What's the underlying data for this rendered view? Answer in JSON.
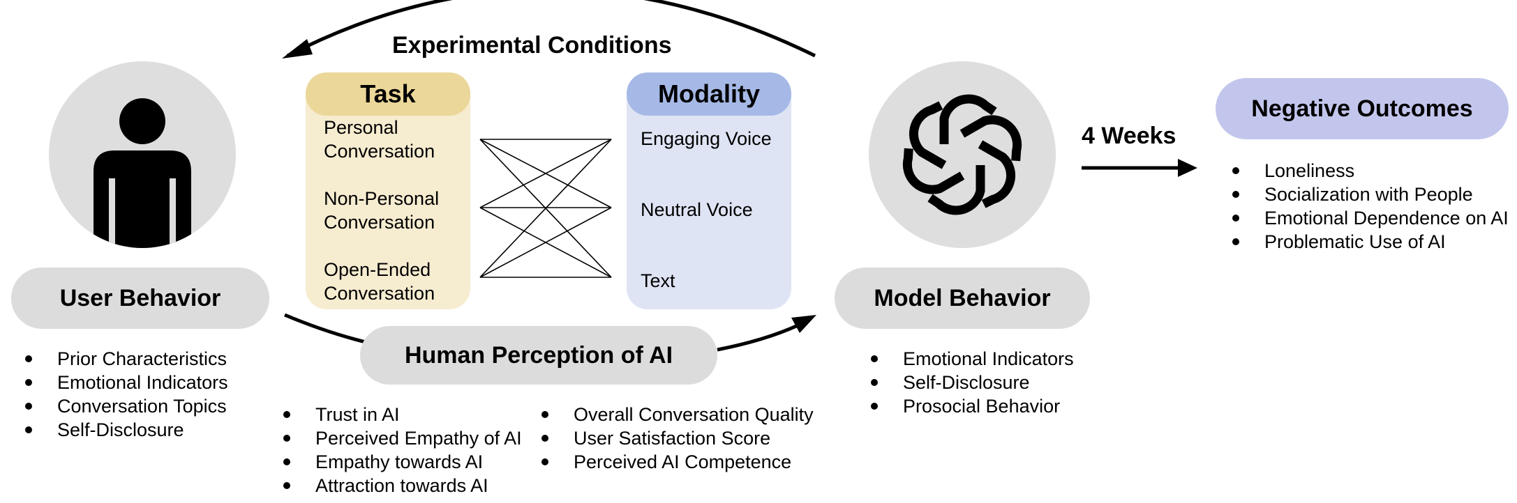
{
  "experimental_conditions": "Experimental Conditions",
  "task": {
    "title": "Task",
    "items": [
      [
        "Personal",
        "Conversation"
      ],
      [
        "Non-Personal",
        "Conversation"
      ],
      [
        "Open-Ended",
        "Conversation"
      ]
    ]
  },
  "modality": {
    "title": "Modality",
    "items": [
      "Engaging Voice",
      "Neutral Voice",
      "Text"
    ]
  },
  "user_behavior": {
    "title": "User Behavior",
    "items": [
      "Prior Characteristics",
      "Emotional Indicators",
      "Conversation Topics",
      "Self-Disclosure"
    ]
  },
  "model_behavior": {
    "title": "Model Behavior",
    "items": [
      "Emotional Indicators",
      "Self-Disclosure",
      "Prosocial Behavior"
    ]
  },
  "human_perception": {
    "title": "Human Perception of AI",
    "items_left": [
      "Trust in AI",
      "Perceived Empathy of AI",
      "Empathy towards AI",
      "Attraction towards AI"
    ],
    "items_right": [
      "Overall Conversation Quality",
      "User Satisfaction Score",
      "Perceived AI Competence"
    ]
  },
  "duration": "4 Weeks",
  "negative_outcomes": {
    "title": "Negative Outcomes",
    "items": [
      "Loneliness",
      "Socialization with People",
      "Emotional Dependence on AI",
      "Problematic Use of AI"
    ]
  },
  "colors": {
    "task_header": "#ebd799",
    "task_panel": "#f6ecd0",
    "modality_header": "#a6b9e6",
    "modality_panel": "#dfe4f4",
    "outcomes_pill": "#c3c6ec",
    "neutral_gray": "#dcdcdc"
  },
  "icons": [
    "person-icon",
    "ai-logo-icon"
  ]
}
